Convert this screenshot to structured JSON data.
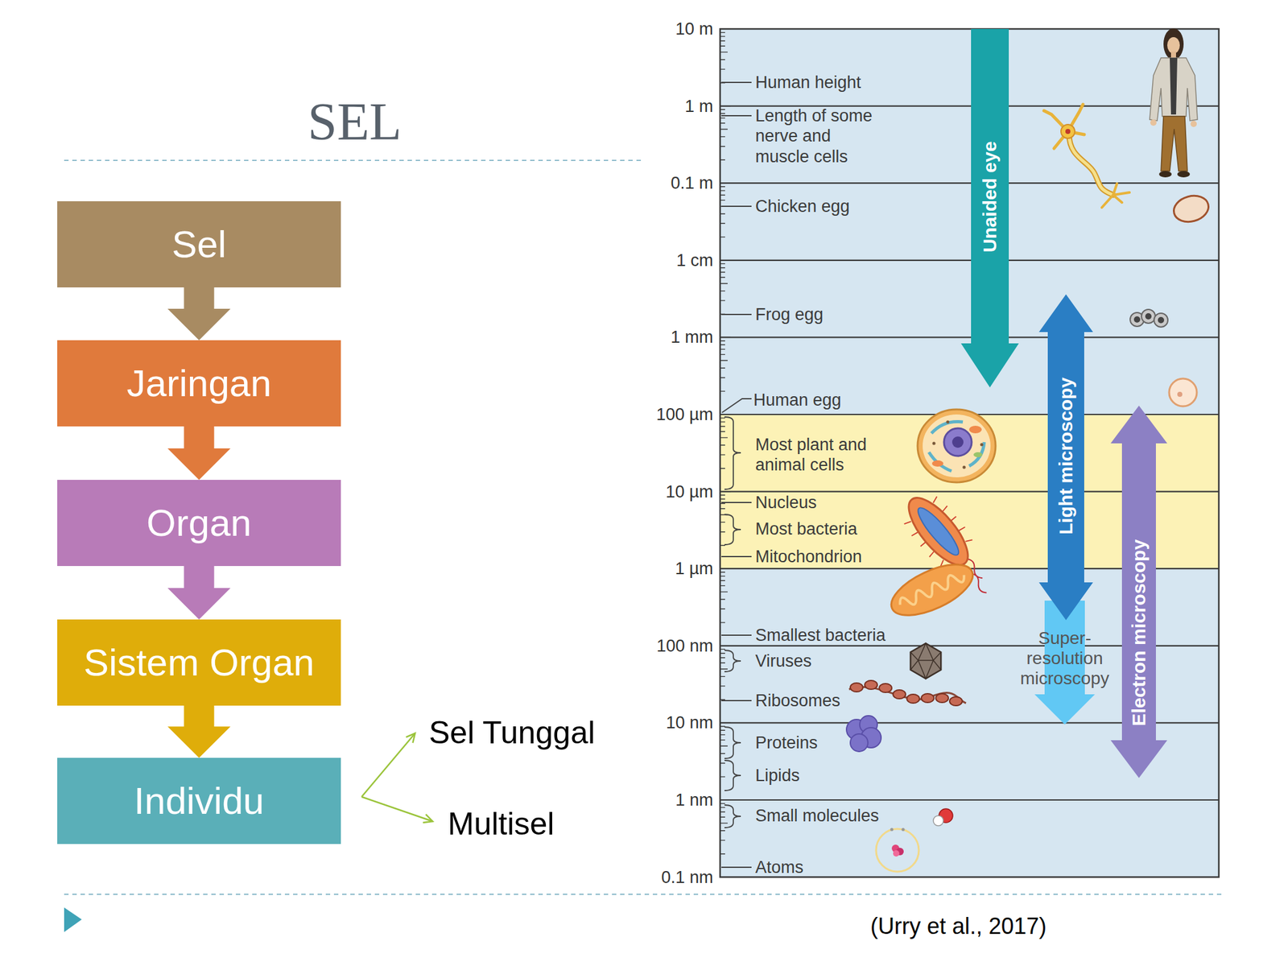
{
  "diagram": {
    "title": "SEL",
    "caption": "(Urry et al., 2017)",
    "nodes": [
      {
        "text": [
          "Sel"
        ]
      },
      {
        "text": [
          "Jaringan"
        ]
      },
      {
        "text": [
          "Organ"
        ]
      },
      {
        "text": [
          "Sistem Organ"
        ]
      },
      {
        "text": [
          "Individu"
        ]
      },
      {
        "text": [
          "Unaided eye"
        ]
      },
      {
        "text": [
          "Light microscopy"
        ]
      },
      {
        "text": [
          "Super- resolution microscopy"
        ]
      },
      {
        "text": [
          "Electron microscopy"
        ]
      }
    ],
    "edges": [
      {
        "from": 0,
        "to": 1,
        "arrow": "to"
      },
      {
        "from": 1,
        "to": 2,
        "arrow": "to"
      },
      {
        "from": 2,
        "to": 3,
        "arrow": "to"
      },
      {
        "from": 3,
        "to": 4,
        "arrow": "to"
      }
    ],
    "labels": [
      "Sel Tunggal",
      "Multisel",
      "10 m",
      "1 m",
      "0.1 m",
      "1 cm",
      "1 mm",
      "100 µm",
      "10 µm",
      "1 µm",
      "100 nm",
      "10 nm",
      "1 nm",
      "0.1 nm",
      "Human height",
      "Length of some nerve and muscle cells",
      "Chicken egg",
      "Frog egg",
      "Human egg",
      "Most plant and animal cells",
      "Nucleus",
      "Most bacteria",
      "Mitochondrion",
      "Smallest bacteria",
      "Viruses",
      "Ribosomes",
      "Proteins",
      "Lipids",
      "Small molecules",
      "Atoms"
    ]
  }
}
